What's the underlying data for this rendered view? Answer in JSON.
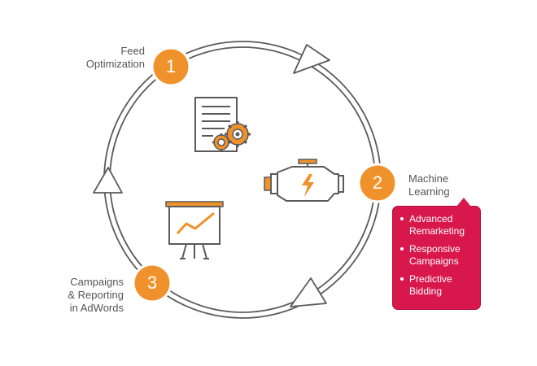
{
  "steps": [
    {
      "number": "1",
      "label_lines": [
        "Feed",
        "Optimization"
      ]
    },
    {
      "number": "2",
      "label_lines": [
        "Machine",
        "Learning"
      ]
    },
    {
      "number": "3",
      "label_lines": [
        "Campaigns",
        "& Reporting",
        "in AdWords"
      ]
    }
  ],
  "features": [
    {
      "lines": [
        "Advanced",
        "Remarketing"
      ]
    },
    {
      "lines": [
        "Responsive",
        "Campaigns"
      ]
    },
    {
      "lines": [
        "Predictive",
        "Bidding"
      ]
    }
  ],
  "colors": {
    "accent_orange": "#f0922b",
    "feature_box": "#d8174c",
    "outline": "#5a5a5a",
    "label_text": "#555555"
  },
  "icons": [
    "document-gears-icon",
    "engine-icon",
    "presentation-chart-icon"
  ]
}
